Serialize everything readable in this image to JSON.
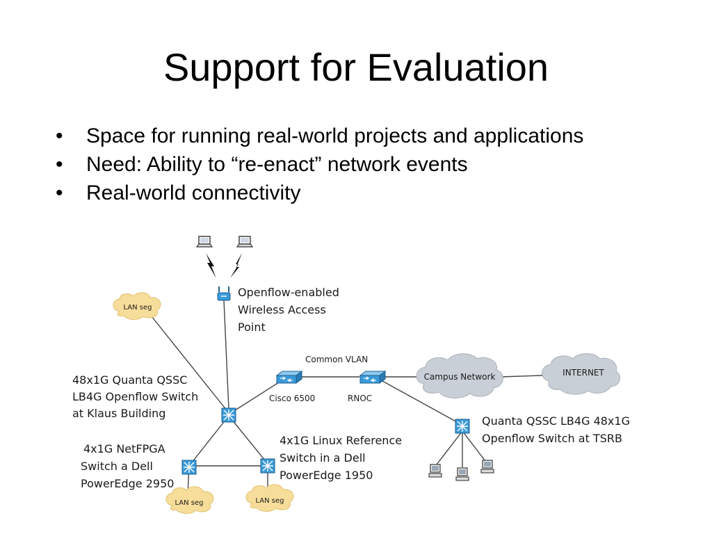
{
  "slide": {
    "title": "Support for Evaluation",
    "bullets": [
      "Space for running real-world projects and applications",
      "Need: Ability to “re-enact” network events",
      "Real-world connectivity"
    ],
    "bullet_symbol": "•"
  },
  "diagram": {
    "wireless_ap": [
      "Openflow-enabled",
      "Wireless Access",
      "Point"
    ],
    "klaus_switch": [
      "48x1G Quanta QSSC",
      "LB4G Openflow Switch",
      "at Klaus Building"
    ],
    "netfpga_switch": [
      "4x1G NetFPGA",
      "Switch a Dell",
      "PowerEdge 2950"
    ],
    "linux_switch": [
      "4x1G Linux Reference",
      "Switch in a Dell",
      "PowerEdge 1950"
    ],
    "tsrb_switch": [
      "Quanta QSSC LB4G 48x1G",
      "Openflow Switch at TSRB"
    ],
    "common_vlan": "Common VLAN",
    "cisco_router": "Cisco 6500",
    "rnoc_router": "RNOC",
    "campus_network": "Campus Network",
    "internet": "INTERNET",
    "lan_seg": "LAN seg",
    "colors": {
      "cloud_fill": "#f7dd9a",
      "gray_cloud_fill": "#c9cfd6",
      "device_blue": "#3a9ad9",
      "link": "#444444"
    }
  }
}
